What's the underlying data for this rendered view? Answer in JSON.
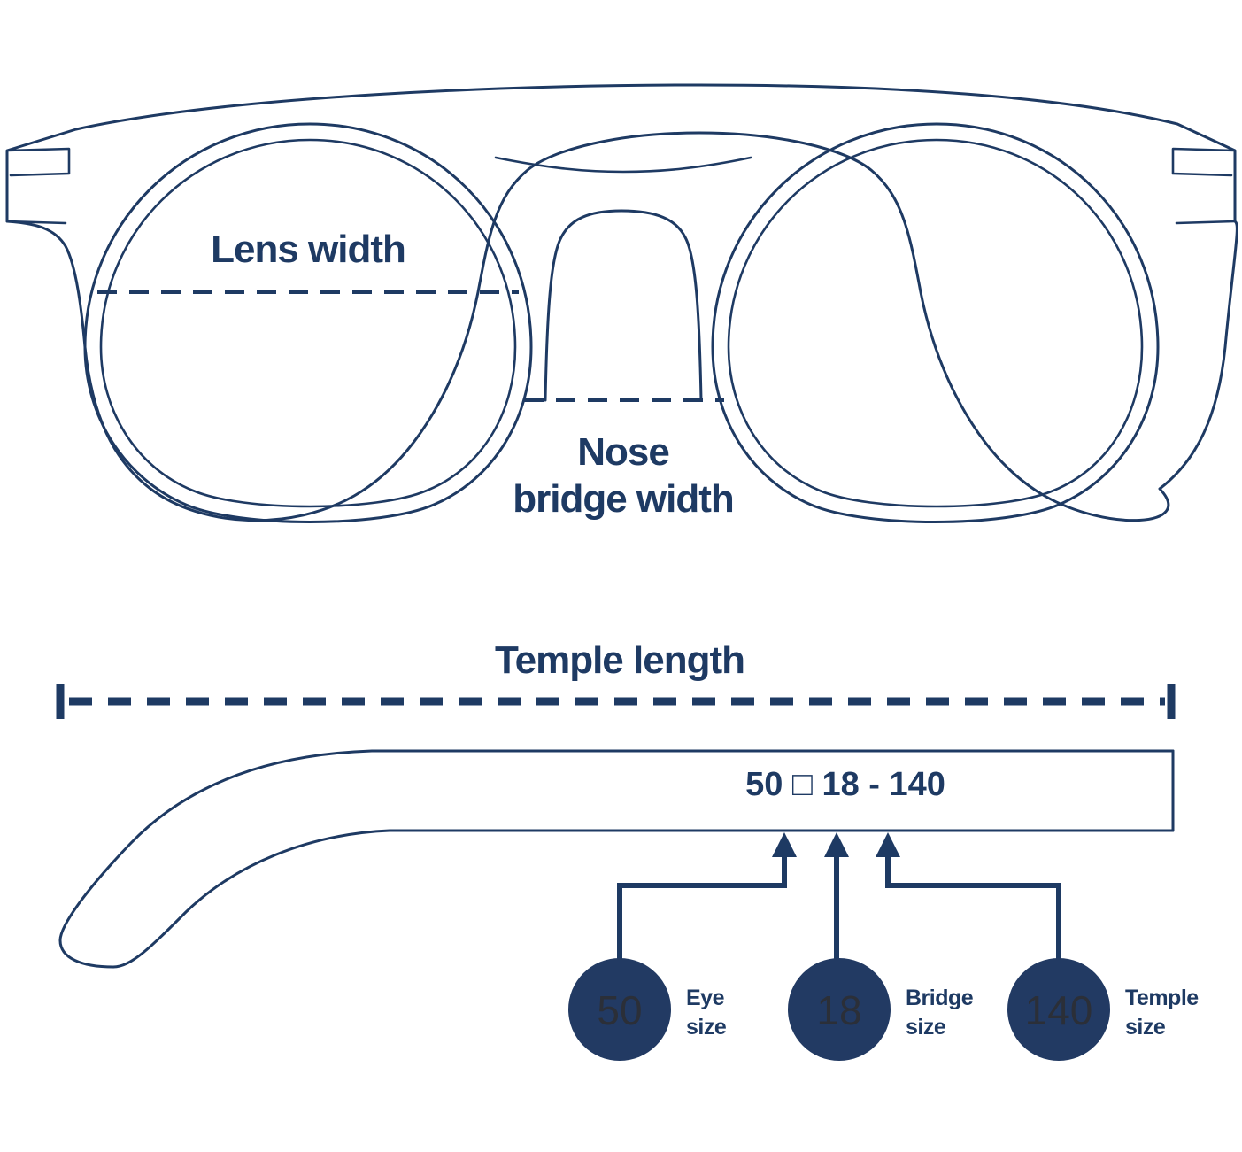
{
  "diagram": {
    "title": "Eyeglass frame measurement diagram",
    "colors": {
      "line": "#1e3a63",
      "bubble_fill": "#223a63",
      "text": "#1e3a63",
      "background": "#ffffff"
    },
    "front_view": {
      "lens_width_label": "Lens width",
      "nose_bridge_label_line1": "Nose",
      "nose_bridge_label_line2": "bridge width"
    },
    "side_view": {
      "temple_length_label": "Temple length",
      "size_code": "50 □ 18 - 140"
    },
    "callouts": [
      {
        "value": "50",
        "caption_line1": "Eye",
        "caption_line2": "size"
      },
      {
        "value": "18",
        "caption_line1": "Bridge",
        "caption_line2": "size"
      },
      {
        "value": "140",
        "caption_line1": "Temple",
        "caption_line2": "size"
      }
    ]
  }
}
